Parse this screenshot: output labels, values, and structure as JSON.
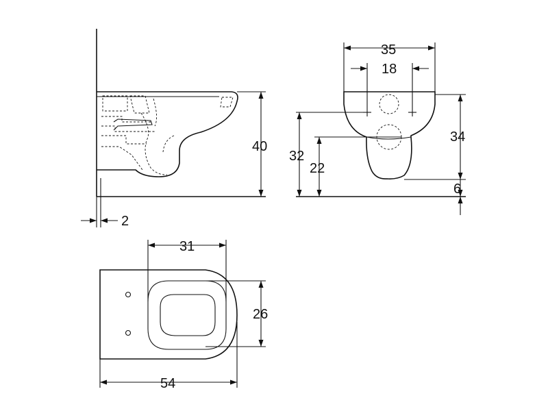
{
  "dimensions": {
    "side_height": "40",
    "wall_offset": "2",
    "front_top_width": "35",
    "front_fixing_spacing": "18",
    "front_height": "34",
    "front_outlet_height": "32",
    "front_inlet_height": "22",
    "front_floor_gap": "6",
    "top_seat_length": "31",
    "top_seat_width": "26",
    "top_overall_length": "54"
  }
}
